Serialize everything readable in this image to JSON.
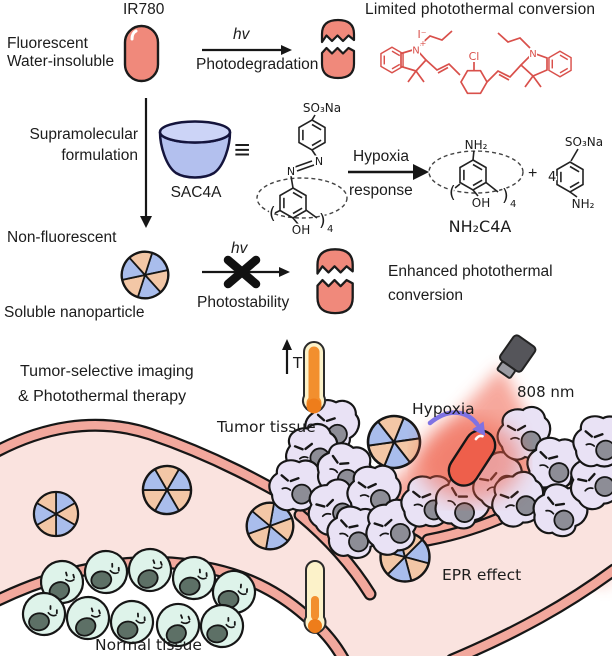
{
  "colors": {
    "capsule_red": "#f0897b",
    "capsule_bright_red": "#ee5f4b",
    "structure_red": "#d9504b",
    "cup_blue": "#b3c0ee",
    "cup_rim_blue": "#ccd4f7",
    "np_blue": "#a9bdec",
    "np_peach": "#f3c7a6",
    "vessel_wall": "#f2a89d",
    "vessel_interior": "#fae3df",
    "tumor_cell": "#e9e2f5",
    "normal_cell": "#def3ea",
    "beam_red": "#f5998b",
    "laser_gray": "#55555a",
    "thermo_orange": "#f28f2e",
    "purple_arrow": "#7f72e3"
  },
  "top": {
    "ir780_label": "IR780",
    "fluorescent": "Fluorescent",
    "water_insoluble": "Water-insoluble",
    "hv": "hv",
    "photodegradation": "Photodegradation",
    "limited_conversion": "Limited photothermal conversion",
    "struct": {
      "iodide": "I⁻",
      "n_plus": "N",
      "plus": "+",
      "cl": "Cl",
      "n": "N"
    }
  },
  "mid": {
    "supramolecular": "Supramolecular",
    "formulation": "formulation",
    "sac4a": "SAC4A",
    "equiv": "≡",
    "hypoxia": "Hypoxia",
    "response": "response",
    "struct1": {
      "so3na": "SO₃Na",
      "n1": "N",
      "n2": "N",
      "oh": "OH",
      "paren_l": "(",
      "paren_r": ")",
      "sub4": "4"
    },
    "struct2": {
      "nh2": "NH₂",
      "oh": "OH",
      "paren_l": "(",
      "paren_r": ")",
      "sub4": "4",
      "label": "NH₂C4A"
    },
    "plus": "+",
    "coeff": "4",
    "struct3": {
      "so3na": "SO₃Na",
      "nh2": "NH₂"
    }
  },
  "row3": {
    "non_fluorescent": "Non-fluorescent",
    "soluble_nanoparticle": "Soluble nanoparticle",
    "hv": "hv",
    "photostability": "Photostability",
    "enhanced_line1": "Enhanced photothermal",
    "enhanced_line2": "conversion"
  },
  "bottom": {
    "title_line1": "Tumor-selective imaging",
    "title_line2": "& Photothermal therapy",
    "tumor_tissue": "Tumor tissue",
    "hypoxia": "Hypoxia",
    "temperature": "T",
    "wavelength": "808 nm",
    "epr": "EPR effect",
    "normal_tissue": "Normal tissue"
  }
}
